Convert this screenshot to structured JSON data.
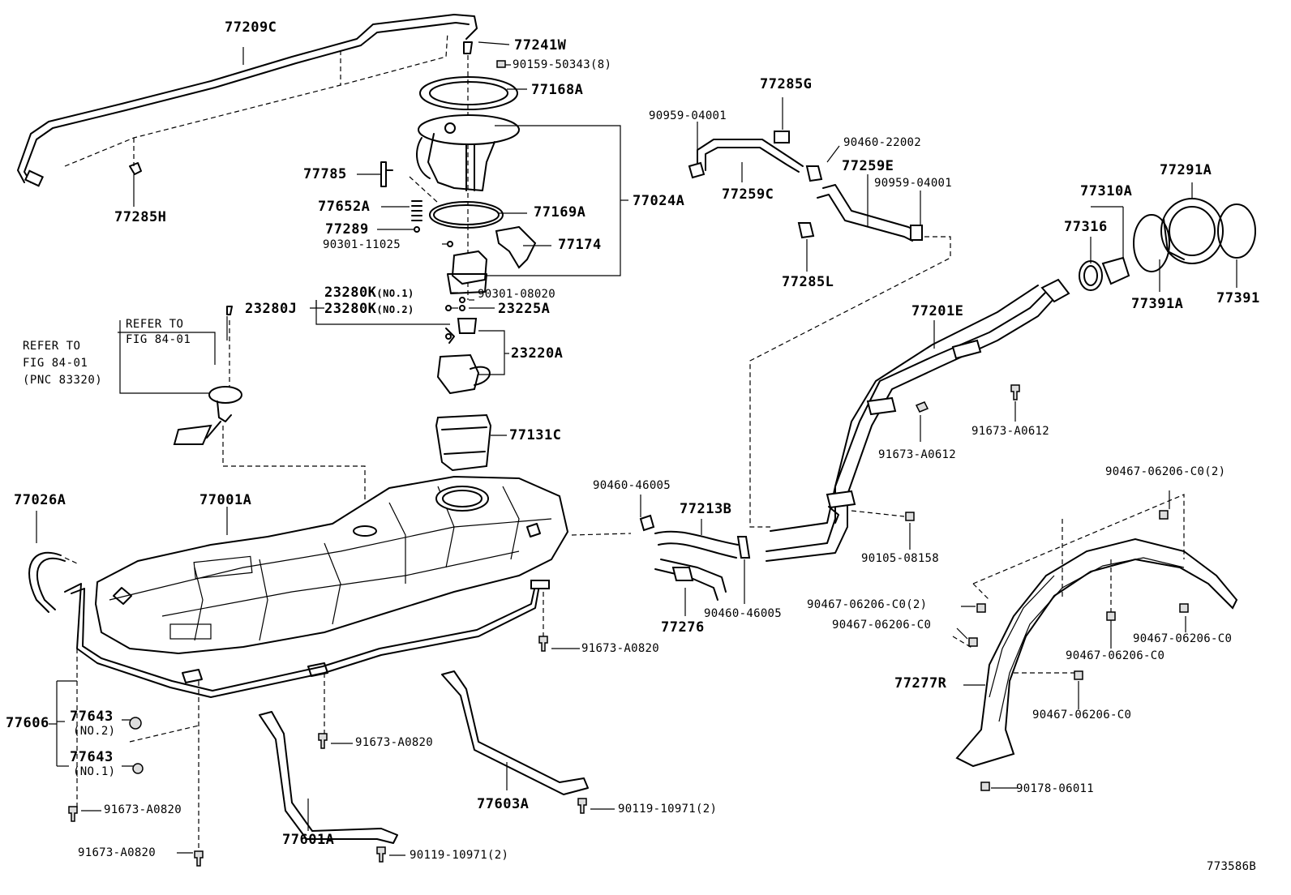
{
  "diagram_id": "773586B",
  "refer_block": {
    "line1": "REFER TO",
    "line2": "FIG 84-01",
    "line3": "(PNC 83320)",
    "inner_line1": "REFER TO",
    "inner_line2": "FIG 84-01"
  },
  "labels": {
    "p77209C": "77209C",
    "p77241W": "77241W",
    "p90159": "90159-50343(8)",
    "p77168A": "77168A",
    "p77785": "77785",
    "p77652A": "77652A",
    "p77289": "77289",
    "p90301_11025": "90301-11025",
    "p77169A": "77169A",
    "p77174": "77174",
    "p77024A": "77024A",
    "p77285H": "77285H",
    "p23280J": "23280J",
    "p23280K1": "23280K",
    "p23280K1_note": "(NO.1)",
    "p23280K2": "23280K",
    "p23280K2_note": "(NO.2)",
    "p90301_08020": "90301-08020",
    "p23225A": "23225A",
    "p23220A": "23220A",
    "p77131C": "77131C",
    "p77026A": "77026A",
    "p77001A": "77001A",
    "p77285G": "77285G",
    "p90959_a": "90959-04001",
    "p90460_22002": "90460-22002",
    "p77259E": "77259E",
    "p90959_b": "90959-04001",
    "p77259C": "77259C",
    "p77285L": "77285L",
    "p77310A": "77310A",
    "p77291A": "77291A",
    "p77316": "77316",
    "p77391A": "77391A",
    "p77391": "77391",
    "p77201E": "77201E",
    "p91673_a": "91673-A0612",
    "p91673_b": "91673-A0612",
    "p90460_46005a": "90460-46005",
    "p77213B": "77213B",
    "p90105": "90105-08158",
    "p90460_46005b": "90460-46005",
    "p77276": "77276",
    "p90467_a": "90467-06206-C0(2)",
    "p90467_b": "90467-06206-C0(2)",
    "p90467_c": "90467-06206-C0",
    "p90467_d": "90467-06206-C0",
    "p90467_e": "90467-06206-C0",
    "p90467_f": "90467-06206-C0",
    "p77277R": "77277R",
    "p90178": "90178-06011",
    "p91673_A0820a": "91673-A0820",
    "p77606": "77606",
    "p77643a": "77643",
    "p77643a_note": "(NO.2)",
    "p77643b": "77643",
    "p77643b_note": "(NO.1)",
    "p91673_A0820b": "91673-A0820",
    "p91673_A0820c": "91673-A0820",
    "p91673_A0820d": "91673-A0820",
    "p77603A": "77603A",
    "p90119_a": "90119-10971(2)",
    "p77601A": "77601A",
    "p90119_b": "90119-10971(2)"
  }
}
